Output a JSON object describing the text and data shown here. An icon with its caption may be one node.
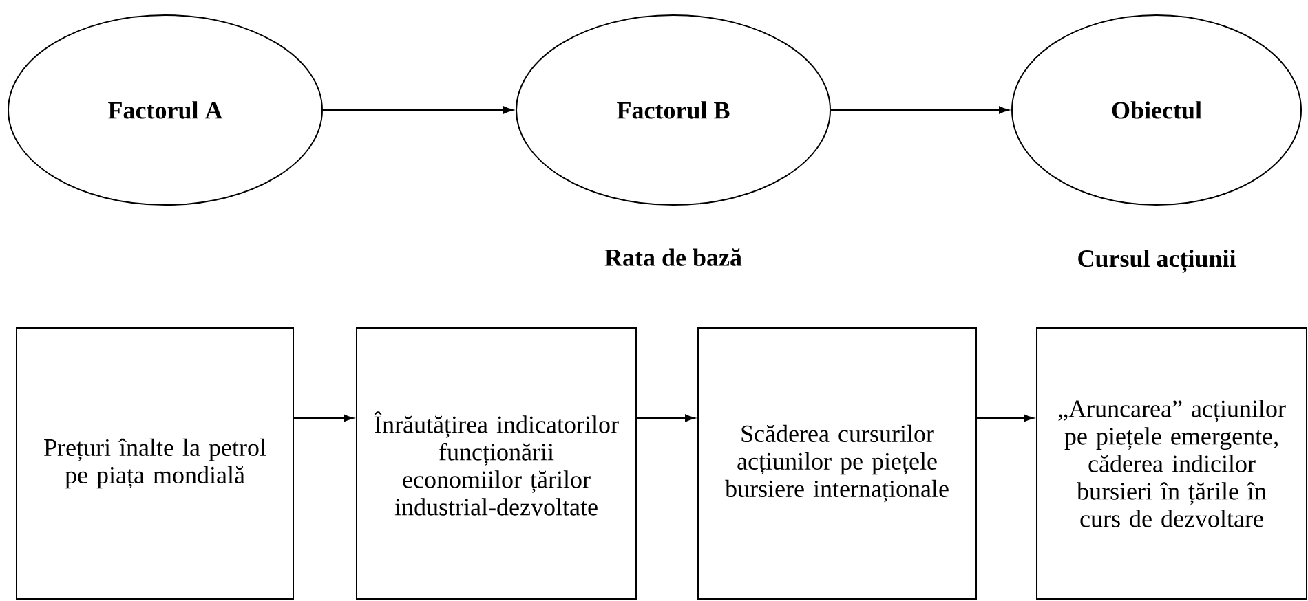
{
  "diagram": {
    "nodes": [
      {
        "text": [
          "Factorul A"
        ]
      },
      {
        "text": [
          "Factorul B"
        ],
        "beside": [
          "Rata de bază"
        ]
      },
      {
        "text": [
          "Obiectul"
        ],
        "beside": [
          "Cursul acțiunii"
        ]
      },
      {
        "text": [
          "Prețuri înalte la petrol pe piața mondială"
        ]
      },
      {
        "text": [
          "Înrăutățirea indicatorilor funcționării economiilor țărilor industrial-dezvoltate"
        ]
      },
      {
        "text": [
          "Scăderea cursurilor acțiunilor pe piețele bursiere internaționale"
        ]
      },
      {
        "text": [
          "„Aruncarea” acțiunilor pe piețele emergente, căderea indicilor bursieri în țările în curs de dezvoltare"
        ]
      }
    ],
    "edges": [
      {
        "from": 0,
        "to": 1,
        "arrow": "to"
      },
      {
        "from": 1,
        "to": 2,
        "arrow": "to"
      },
      {
        "from": 3,
        "to": 4,
        "arrow": "to"
      },
      {
        "from": 4,
        "to": 5,
        "arrow": "to"
      },
      {
        "from": 5,
        "to": 6,
        "arrow": "to"
      }
    ]
  }
}
